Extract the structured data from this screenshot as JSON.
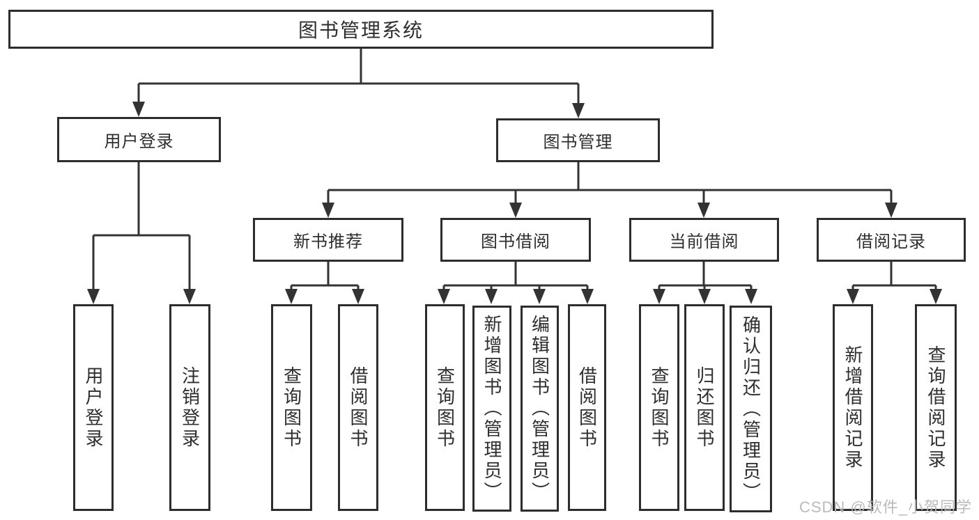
{
  "diagram": {
    "tree": {
      "root": {
        "label": "图书管理系统"
      },
      "branches": [
        {
          "label": "用户登录",
          "children": [
            {
              "label": "用户登录"
            },
            {
              "label": "注销登录"
            }
          ]
        },
        {
          "label": "图书管理",
          "children": [
            {
              "label": "新书推荐",
              "children": [
                {
                  "label": "查询图书"
                },
                {
                  "label": "借阅图书"
                }
              ]
            },
            {
              "label": "图书借阅",
              "children": [
                {
                  "label": "查询图书"
                },
                {
                  "label": "新增图书（管理员）"
                },
                {
                  "label": "编辑图书（管理员）"
                },
                {
                  "label": "借阅图书"
                }
              ]
            },
            {
              "label": "当前借阅",
              "children": [
                {
                  "label": "查询图书"
                },
                {
                  "label": "归还图书"
                },
                {
                  "label": "确认归还（管理员）"
                }
              ]
            },
            {
              "label": "借阅记录",
              "children": [
                {
                  "label": "新增借阅记录"
                },
                {
                  "label": "查询借阅记录"
                }
              ]
            }
          ]
        }
      ]
    },
    "colors": {
      "line": "#333333",
      "box_border": "#2d2d2d",
      "text": "#2e2e2e",
      "background": "#ffffff",
      "watermark": "#b6b6bc"
    }
  },
  "watermark": {
    "text": "CSDN @软件_小贺同学"
  }
}
